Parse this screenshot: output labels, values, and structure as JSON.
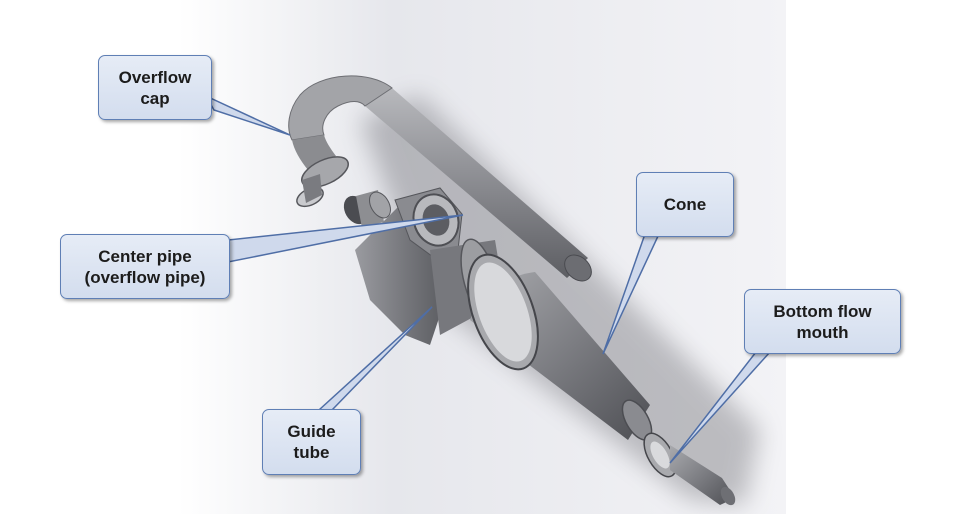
{
  "callouts": {
    "overflow_cap": {
      "line1": "Overflow",
      "line2": "cap"
    },
    "center_pipe": {
      "line1": "Center pipe",
      "line2": "(overflow pipe)"
    },
    "cone": {
      "line1": "Cone"
    },
    "bottom_flow_mouth": {
      "line1": "Bottom flow",
      "line2": "mouth"
    },
    "guide_tube": {
      "line1": "Guide",
      "line2": "tube"
    }
  },
  "colors": {
    "callout_fill": "#dbe3f1",
    "callout_border": "#5f7fb5",
    "metal": "#8e8f93",
    "background_left": "#e9e9ee"
  }
}
